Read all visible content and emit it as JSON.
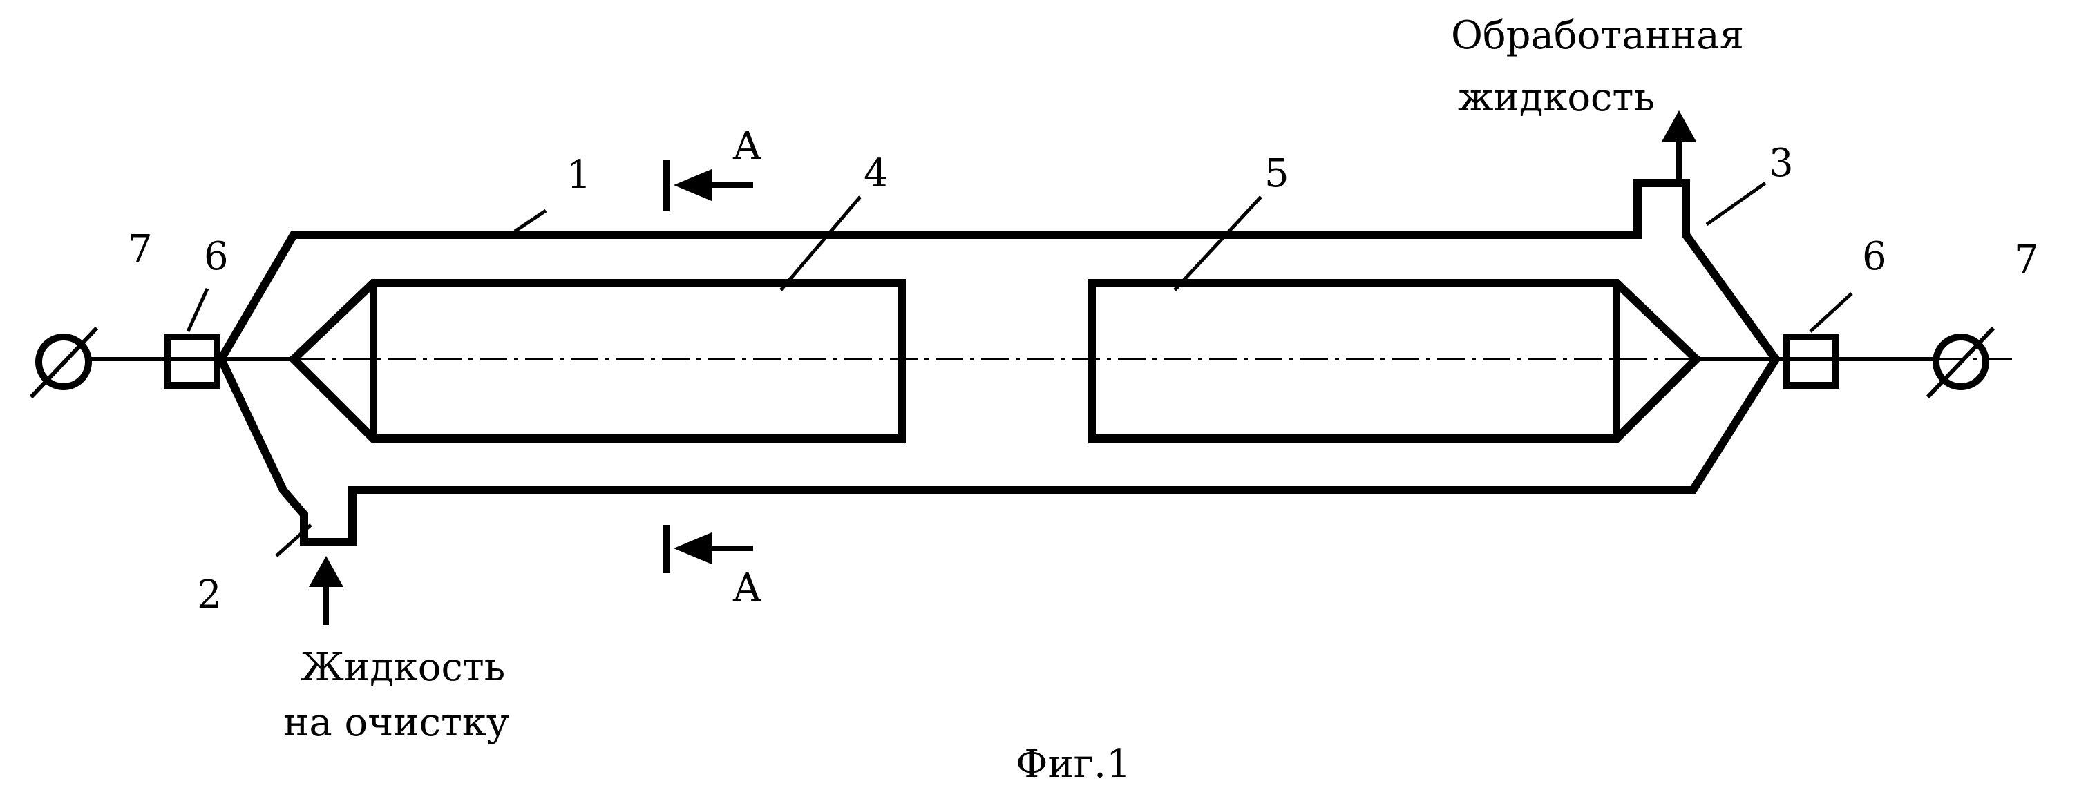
{
  "labels": {
    "n1": "1",
    "n2": "2",
    "n3": "3",
    "n4": "4",
    "n5": "5",
    "n6_left": "6",
    "n6_right": "6",
    "n7_left": "7",
    "n7_right": "7",
    "section_top": "А",
    "section_bottom": "А"
  },
  "text": {
    "outlet_line1": "Обработанная",
    "outlet_line2": "жидкость",
    "inlet_line1": "Жидкость",
    "inlet_line2": "на очистку",
    "figure_caption": "Фиг.1"
  }
}
